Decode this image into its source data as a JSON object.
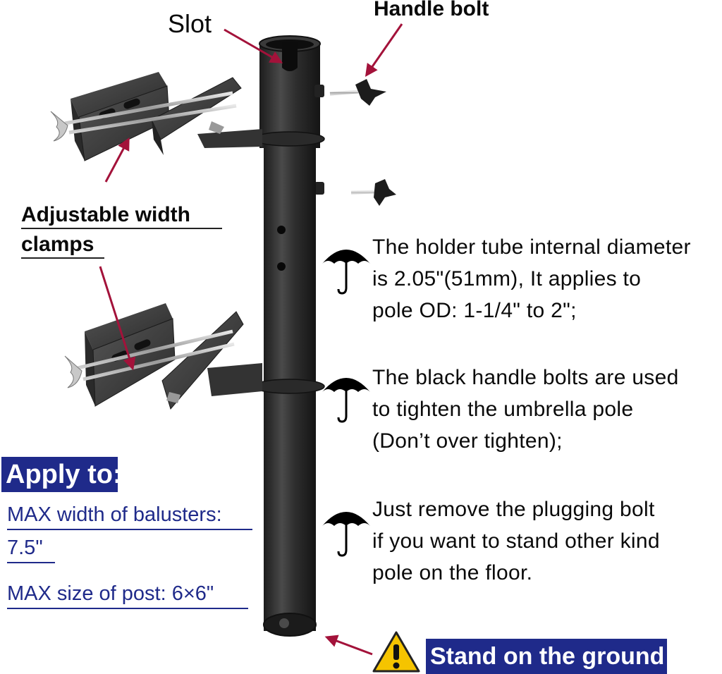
{
  "callouts": {
    "slot": "Slot",
    "handle_bolt": "Handle bolt",
    "clamps_line1": "Adjustable width",
    "clamps_line2": "clamps"
  },
  "notes": [
    {
      "icon": "umbrella-icon",
      "lines": [
        "The holder tube internal diameter",
        "is 2.05\"(51mm), It applies to",
        "pole OD: 1-1/4\" to  2\";"
      ]
    },
    {
      "icon": "umbrella-icon",
      "lines": [
        "The black handle bolts are used",
        "to tighten the umbrella pole",
        "(Don’t over tighten);"
      ]
    },
    {
      "icon": "umbrella-icon",
      "lines": [
        "Just remove the plugging bolt",
        "if you want to stand other kind",
        "pole on the floor."
      ]
    }
  ],
  "apply": {
    "title": "Apply to:",
    "max_width_label": "MAX width of balusters:",
    "max_width_value": "7.5\"",
    "max_post": "MAX size of post: 6×6\""
  },
  "stand": {
    "warning_icon": "warning-icon",
    "label": "Stand on the ground"
  },
  "colors": {
    "arrow": "#a3123a",
    "badge_bg": "#1f2a8a",
    "badge_text": "#ffffff",
    "spec_text": "#1f2a8a",
    "pole": "#2b2b2b",
    "warning": "#f5c400"
  }
}
